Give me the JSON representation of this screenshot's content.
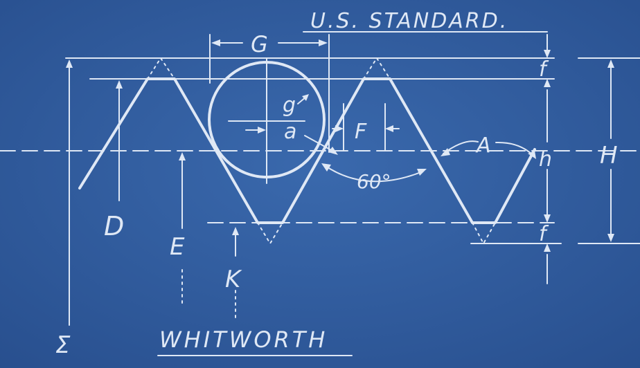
{
  "title_top": "U.S. STANDARD.",
  "title_bottom": "WHITWORTH",
  "labels": {
    "G": "G",
    "g": "g",
    "a": "a",
    "F": "F",
    "A": "A",
    "f_top": "f",
    "f_bottom": "f",
    "h": "h",
    "H": "H",
    "angle": "60°",
    "D": "D",
    "E": "E",
    "K": "K",
    "sigma": "Σ"
  },
  "colors": {
    "background": "#2f5a9c",
    "ink": "#dfe8f5"
  }
}
